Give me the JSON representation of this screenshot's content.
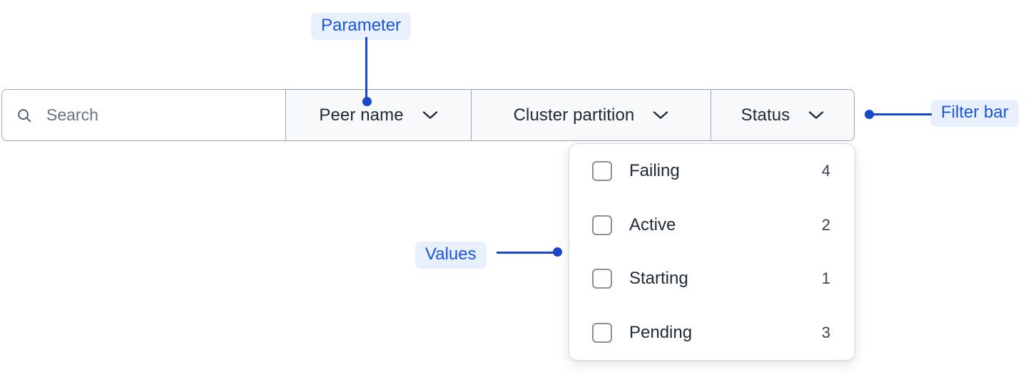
{
  "filter_bar": {
    "search": {
      "icon": "search-icon",
      "placeholder": "Search",
      "value": ""
    },
    "filters": [
      {
        "id": "peer-name",
        "label": "Peer name",
        "icon": "chevron-down-icon"
      },
      {
        "id": "cluster-partition",
        "label": "Cluster partition",
        "icon": "chevron-down-icon"
      },
      {
        "id": "status",
        "label": "Status",
        "icon": "chevron-down-icon"
      }
    ]
  },
  "dropdown": {
    "open_for": "Status",
    "options": [
      {
        "label": "Failing",
        "count": "4",
        "checked": false
      },
      {
        "label": "Active",
        "count": "2",
        "checked": false
      },
      {
        "label": "Starting",
        "count": "1",
        "checked": false
      },
      {
        "label": "Pending",
        "count": "3",
        "checked": false
      }
    ]
  },
  "annotations": [
    {
      "id": "parameter",
      "label": "Parameter"
    },
    {
      "id": "filter-bar",
      "label": "Filter bar"
    },
    {
      "id": "values",
      "label": "Values"
    }
  ],
  "colors": {
    "annotation_text": "#1a56db",
    "annotation_chip_bg": "#e8f0fe",
    "annotation_line": "#1a46c9",
    "bar_border": "#9ca3af",
    "bar_fill": "#f8f9fa",
    "text_primary": "#1f2937",
    "placeholder": "#6b7280",
    "checkbox_border": "#8a909b",
    "panel_border": "#d7dade"
  }
}
